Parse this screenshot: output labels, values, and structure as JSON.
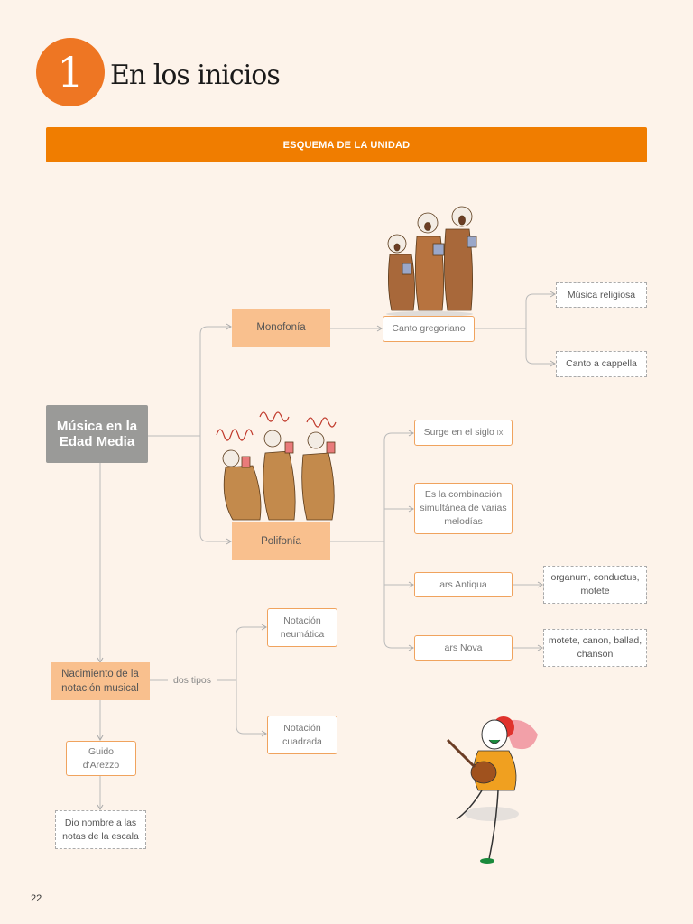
{
  "header": {
    "unit_number": "1",
    "title": "En los inicios"
  },
  "banner": {
    "label": "ESQUEMA DE LA UNIDAD"
  },
  "nodes": {
    "root": "Música en la Edad Media",
    "monofonia": "Monofonía",
    "canto_gregoriano": "Canto gregoriano",
    "musica_religiosa": "Música religiosa",
    "canto_cappella": "Canto a cappella",
    "polifonia": "Polifonía",
    "surge_text": "Surge en el siglo",
    "surge_sup": "IX",
    "combinacion": "Es la combinación simultánea de varias melodías",
    "ars_antiqua": "ars Antiqua",
    "ars_antiqua_forms": "organum, conductus, motete",
    "ars_nova": "ars Nova",
    "ars_nova_forms": "motete, canon, ballad, chanson",
    "nacimiento": "Nacimiento de la notación musical",
    "dos_tipos": "dos tipos",
    "notacion_neumatica": "Notación neumática",
    "notacion_cuadrada": "Notación cuadrada",
    "guido": "Guido d'Arezzo",
    "dio_nombre": "Dio nombre a las notas de la escala"
  },
  "footer": {
    "page_number": "22"
  },
  "colors": {
    "accent": "#ee7623",
    "banner": "#f07d00",
    "fill": "#f9c08e",
    "root": "#9a9a98",
    "background": "#fdf3ea"
  }
}
